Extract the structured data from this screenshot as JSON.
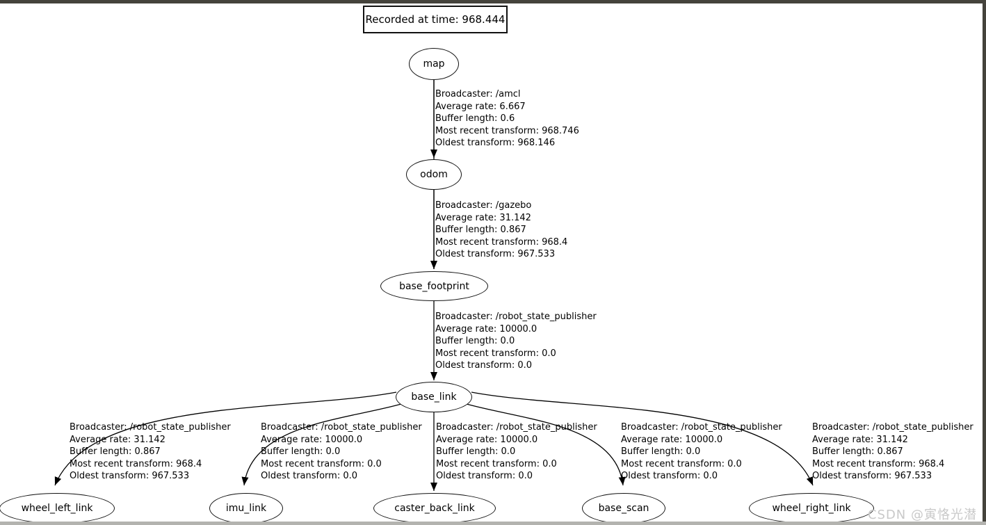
{
  "title_box": {
    "label": "Recorded at time: 968.444"
  },
  "watermark": "CSDN @寅恪光潜",
  "tree": {
    "nodes": [
      {
        "id": "map",
        "label": "map"
      },
      {
        "id": "odom",
        "label": "odom"
      },
      {
        "id": "base_footprint",
        "label": "base_footprint"
      },
      {
        "id": "base_link",
        "label": "base_link"
      },
      {
        "id": "wheel_left_link",
        "label": "wheel_left_link"
      },
      {
        "id": "imu_link",
        "label": "imu_link"
      },
      {
        "id": "caster_back_link",
        "label": "caster_back_link"
      },
      {
        "id": "base_scan",
        "label": "base_scan"
      },
      {
        "id": "wheel_right_link",
        "label": "wheel_right_link"
      }
    ],
    "edges": [
      {
        "from": "map",
        "to": "odom",
        "lines": [
          "Broadcaster: /amcl",
          "Average rate: 6.667",
          "Buffer length: 0.6",
          "Most recent transform: 968.746",
          "Oldest transform: 968.146"
        ]
      },
      {
        "from": "odom",
        "to": "base_footprint",
        "lines": [
          "Broadcaster: /gazebo",
          "Average rate: 31.142",
          "Buffer length: 0.867",
          "Most recent transform: 968.4",
          "Oldest transform: 967.533"
        ]
      },
      {
        "from": "base_footprint",
        "to": "base_link",
        "lines": [
          "Broadcaster: /robot_state_publisher",
          "Average rate: 10000.0",
          "Buffer length: 0.0",
          "Most recent transform: 0.0",
          "Oldest transform: 0.0"
        ]
      },
      {
        "from": "base_link",
        "to": "wheel_left_link",
        "lines": [
          "Broadcaster: /robot_state_publisher",
          "Average rate: 31.142",
          "Buffer length: 0.867",
          "Most recent transform: 968.4",
          "Oldest transform: 967.533"
        ]
      },
      {
        "from": "base_link",
        "to": "imu_link",
        "lines": [
          "Broadcaster: /robot_state_publisher",
          "Average rate: 10000.0",
          "Buffer length: 0.0",
          "Most recent transform: 0.0",
          "Oldest transform: 0.0"
        ]
      },
      {
        "from": "base_link",
        "to": "caster_back_link",
        "lines": [
          "Broadcaster: /robot_state_publisher",
          "Average rate: 10000.0",
          "Buffer length: 0.0",
          "Most recent transform: 0.0",
          "Oldest transform: 0.0"
        ]
      },
      {
        "from": "base_link",
        "to": "base_scan",
        "lines": [
          "Broadcaster: /robot_state_publisher",
          "Average rate: 10000.0",
          "Buffer length: 0.0",
          "Most recent transform: 0.0",
          "Oldest transform: 0.0"
        ]
      },
      {
        "from": "base_link",
        "to": "wheel_right_link",
        "lines": [
          "Broadcaster: /robot_state_publisher",
          "Average rate: 31.142",
          "Buffer length: 0.867",
          "Most recent transform: 968.4",
          "Oldest transform: 967.533"
        ]
      }
    ]
  }
}
